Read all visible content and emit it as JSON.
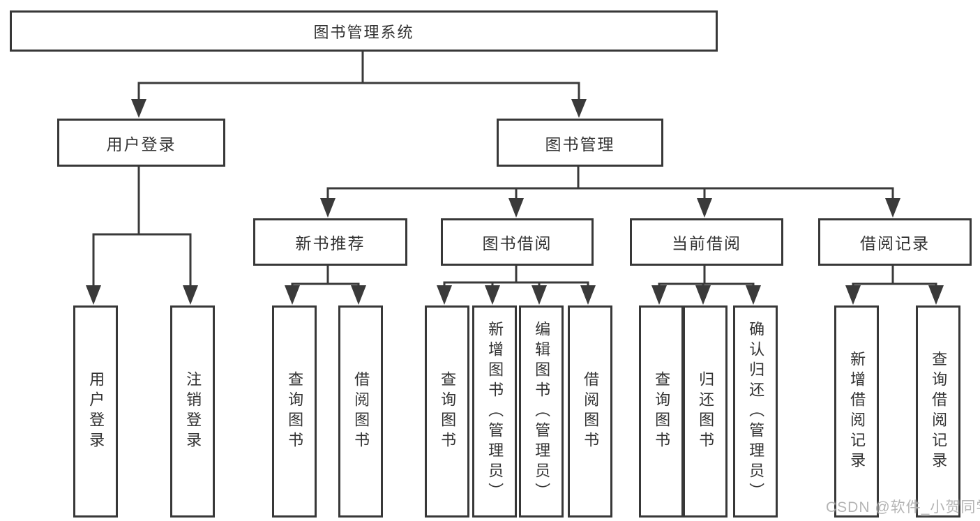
{
  "diagram": {
    "root": {
      "label": "图书管理系统"
    },
    "level2": [
      {
        "id": "user-login",
        "label": "用户登录"
      },
      {
        "id": "book-management",
        "label": "图书管理"
      }
    ],
    "level3": [
      {
        "id": "new-book-recommend",
        "label": "新书推荐"
      },
      {
        "id": "book-borrow",
        "label": "图书借阅"
      },
      {
        "id": "current-borrow",
        "label": "当前借阅"
      },
      {
        "id": "borrow-records",
        "label": "借阅记录"
      }
    ],
    "leaves": [
      {
        "parent": "用户登录",
        "label": "用户登录"
      },
      {
        "parent": "用户登录",
        "label": "注销登录"
      },
      {
        "parent": "新书推荐",
        "label": "查询图书"
      },
      {
        "parent": "新书推荐",
        "label": "借阅图书"
      },
      {
        "parent": "图书借阅",
        "label": "查询图书"
      },
      {
        "parent": "图书借阅",
        "label": "新增图书（管理员）"
      },
      {
        "parent": "图书借阅",
        "label": "编辑图书（管理员）"
      },
      {
        "parent": "图书借阅",
        "label": "借阅图书"
      },
      {
        "parent": "当前借阅",
        "label": "查询图书"
      },
      {
        "parent": "当前借阅",
        "label": "归还图书"
      },
      {
        "parent": "当前借阅",
        "label": "确认归还（管理员）"
      },
      {
        "parent": "借阅记录",
        "label": "新增借阅记录"
      },
      {
        "parent": "借阅记录",
        "label": "查询借阅记录"
      }
    ]
  },
  "watermark": "CSDN @软件_小贺同学",
  "colors": {
    "line": "#3a3a3a",
    "text": "#333333",
    "watermark": "#ababab",
    "background": "#ffffff"
  }
}
